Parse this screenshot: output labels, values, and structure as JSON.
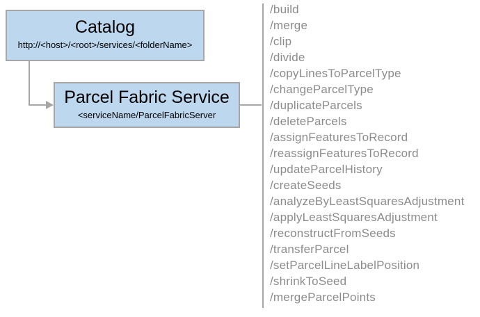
{
  "colors": {
    "node_fill": "#bdd7ee",
    "node_border": "#a6a6a6",
    "connector": "#a6a6a6",
    "endpoint_text": "#8c8c8c",
    "node_title_text": "#000000"
  },
  "nodes": {
    "catalog": {
      "title": "Catalog",
      "url_pattern": "http://<host>/<root>/services/<folderName>"
    },
    "service": {
      "title": "Parcel Fabric Service",
      "url_pattern": "<serviceName/ParcelFabricServer"
    }
  },
  "endpoints": [
    "/build",
    "/merge",
    "/clip",
    "/divide",
    "/copyLinesToParcelType",
    "/changeParcelType",
    "/duplicateParcels",
    "/deleteParcels",
    "/assignFeaturesToRecord",
    "/reassignFeaturesToRecord",
    "/updateParcelHistory",
    "/createSeeds",
    "/analyzeByLeastSquaresAdjustment",
    "/applyLeastSquaresAdjustment",
    "/reconstructFromSeeds",
    "/transferParcel",
    "/setParcelLineLabelPosition",
    "/shrinkToSeed",
    "/mergeParcelPoints"
  ]
}
